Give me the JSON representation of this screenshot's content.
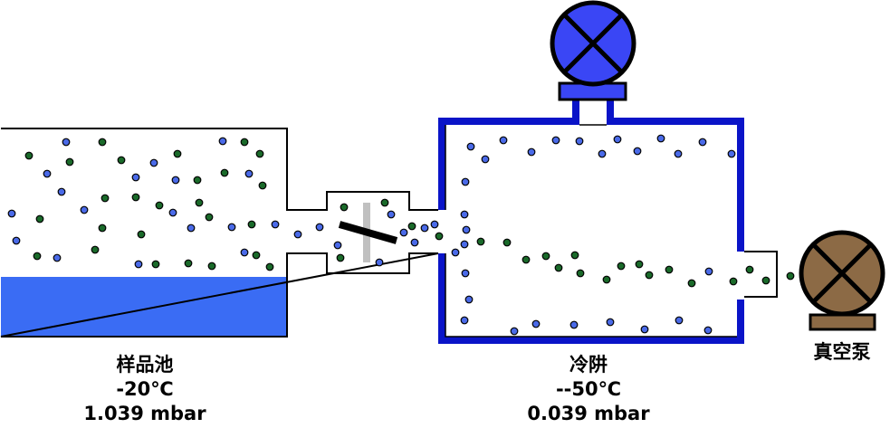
{
  "sample_chamber": {
    "name": "样品池",
    "temperature": "-20℃",
    "pressure": "1.039 mbar"
  },
  "cold_trap": {
    "name": "冷阱",
    "temperature": "--50℃",
    "pressure": "0.039 mbar"
  },
  "vacuum_pump": {
    "name": "真空泵"
  },
  "colors": {
    "liquid": "#3a6cf4",
    "cold_trap_wall": "#0a14c8",
    "cold_trap_pump": "#3a46f5",
    "vacuum_pump": "#8c6a45",
    "green_particle": "#1a6a2a",
    "blue_particle": "#4a6ae8",
    "valve_plate": "#c0c0c0"
  }
}
